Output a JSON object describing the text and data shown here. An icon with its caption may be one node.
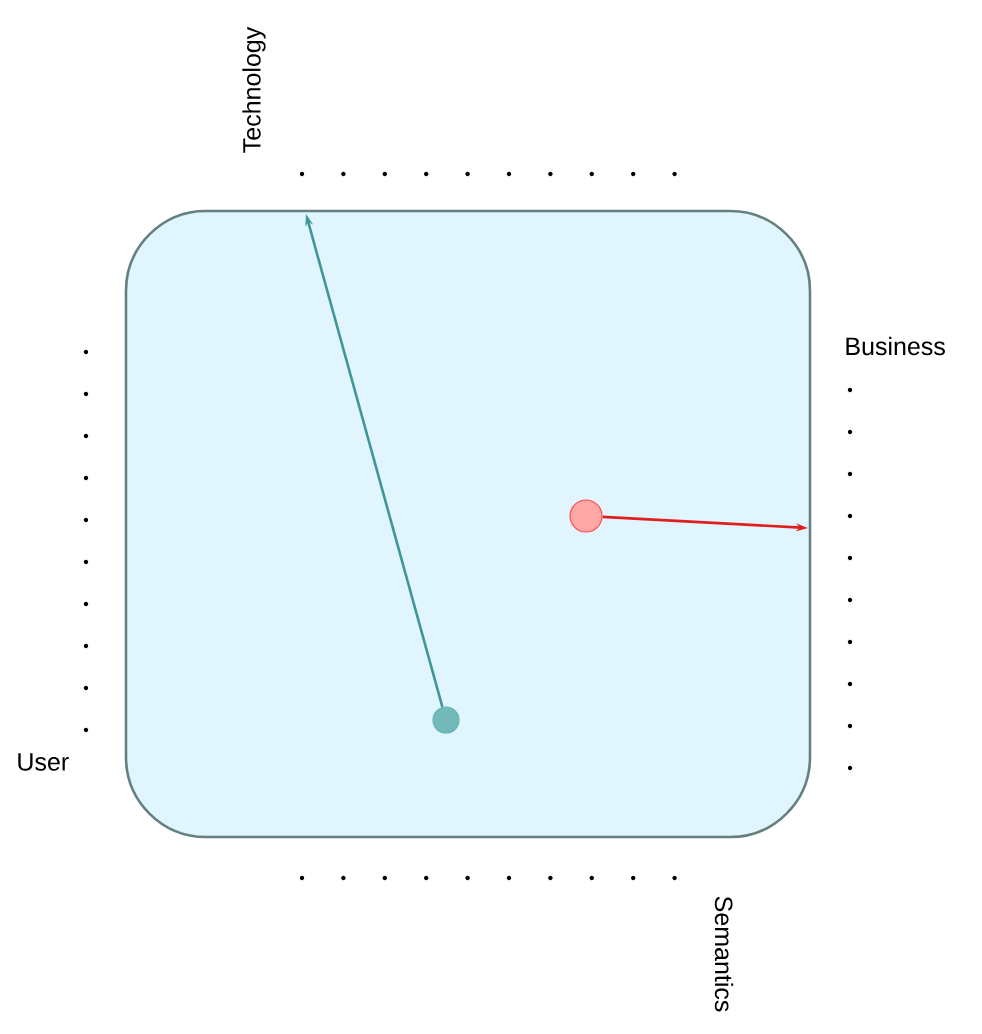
{
  "diagram": {
    "nodes": [
      {
        "text": [],
        "shape": "box"
      },
      {
        "text": [],
        "shape": "circle",
        "in": 0
      },
      {
        "text": [],
        "shape": "circle",
        "in": 0
      }
    ],
    "edges": [
      {
        "from": 1,
        "to": null,
        "arrow": "to",
        "color": "#3e9696"
      },
      {
        "from": 2,
        "to": null,
        "arrow": "to",
        "color": "#e01e1e"
      }
    ],
    "labels": [
      "Technology",
      "Business",
      "User",
      "Semantics"
    ]
  }
}
